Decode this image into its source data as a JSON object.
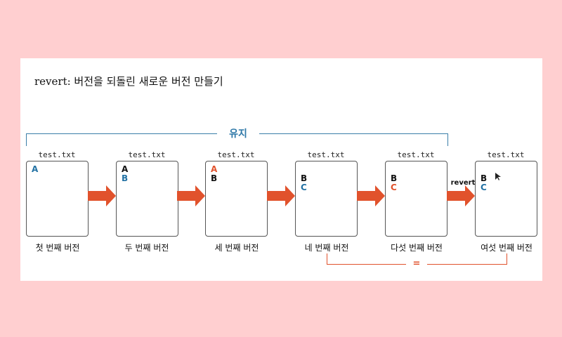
{
  "title": "revert: 버전을 되돌린 새로운 버전 만들기",
  "top_bracket_label": "유지",
  "bottom_bracket_label": "=",
  "revert_label": "revert",
  "file_name": "test.txt",
  "versions": [
    {
      "label": "첫 번째 버전",
      "lines": [
        {
          "text": "A",
          "color": "#2372a4"
        }
      ]
    },
    {
      "label": "두 번째 버전",
      "lines": [
        {
          "text": "A",
          "color": "#111111"
        },
        {
          "text": "B",
          "color": "#2372a4"
        }
      ]
    },
    {
      "label": "세 번째 버전",
      "lines": [
        {
          "text": "A",
          "color": "#e1522c"
        },
        {
          "text": "B",
          "color": "#111111"
        }
      ]
    },
    {
      "label": "네 번째 버전",
      "lines": [
        {
          "text": "B",
          "color": "#111111"
        },
        {
          "text": "C",
          "color": "#2372a4"
        }
      ]
    },
    {
      "label": "다섯 번째 버전",
      "lines": [
        {
          "text": "B",
          "color": "#111111"
        },
        {
          "text": "C",
          "color": "#e1522c"
        }
      ]
    },
    {
      "label": "여섯 번째 버전",
      "lines": [
        {
          "text": "B",
          "color": "#111111"
        },
        {
          "text": "C",
          "color": "#2372a4"
        }
      ]
    }
  ],
  "colors": {
    "arrow": "#e1522c",
    "keep_bracket": "#3a7ea8",
    "equal_bracket": "#e1522c"
  }
}
